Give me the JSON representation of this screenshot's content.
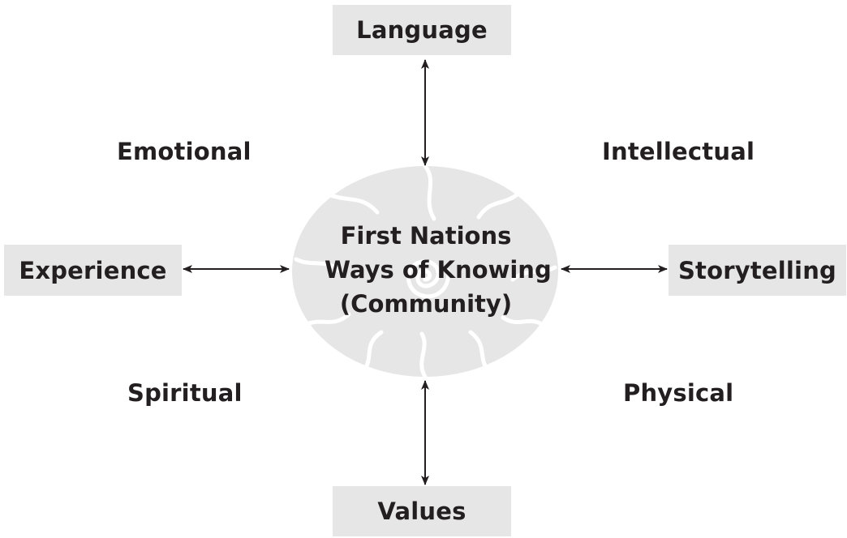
{
  "colors": {
    "box_fill": "#e6e6e7",
    "circle_fill": "#e6e6e7",
    "swirl_lines": "#ffffff",
    "text": "#231f20",
    "arrow": "#231f20"
  },
  "boxes": {
    "top": "Language",
    "bottom": "Values",
    "left": "Experience",
    "right": "Storytelling"
  },
  "quadrants": {
    "top_left": "Emotional",
    "top_right": "Intellectual",
    "bottom_left": "Spiritual",
    "bottom_right": "Physical"
  },
  "center": {
    "line1": "First Nations",
    "line2": "Ways of Knowing",
    "line3": "(Community)"
  },
  "icons": {
    "arrows": "double-headed-arrow",
    "center": "swirl-sun-circle"
  }
}
